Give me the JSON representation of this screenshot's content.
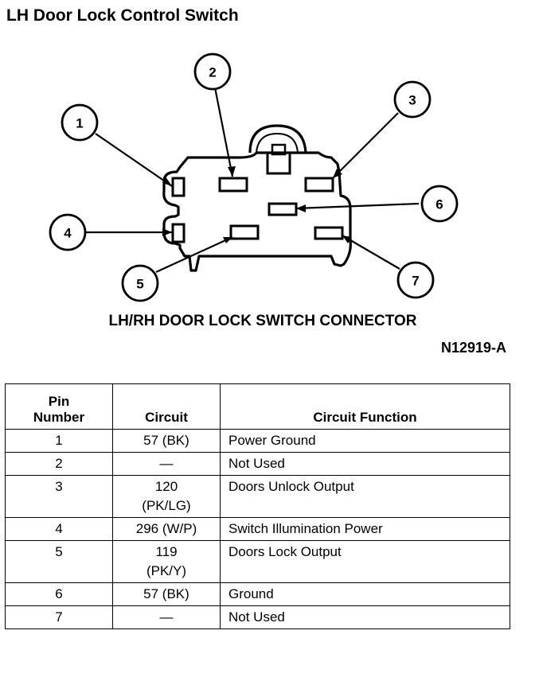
{
  "title": "LH Door Lock Control Switch",
  "diagram": {
    "caption": "LH/RH DOOR LOCK SWITCH CONNECTOR",
    "figure_id": "N12919-A",
    "callouts": [
      "1",
      "2",
      "3",
      "4",
      "5",
      "6",
      "7"
    ]
  },
  "table": {
    "headers": [
      "Pin\nNumber",
      "Circuit",
      "Circuit Function"
    ],
    "rows": [
      {
        "pin": "1",
        "circuit": "57 (BK)",
        "function": "Power Ground"
      },
      {
        "pin": "2",
        "circuit": "—",
        "function": "Not Used"
      },
      {
        "pin": "3",
        "circuit": "120\n(PK/LG)",
        "function": "Doors Unlock Output"
      },
      {
        "pin": "4",
        "circuit": "296 (W/P)",
        "function": "Switch Illumination Power"
      },
      {
        "pin": "5",
        "circuit": "119\n(PK/Y)",
        "function": "Doors Lock Output"
      },
      {
        "pin": "6",
        "circuit": "57 (BK)",
        "function": "Ground"
      },
      {
        "pin": "7",
        "circuit": "—",
        "function": "Not Used"
      }
    ]
  }
}
